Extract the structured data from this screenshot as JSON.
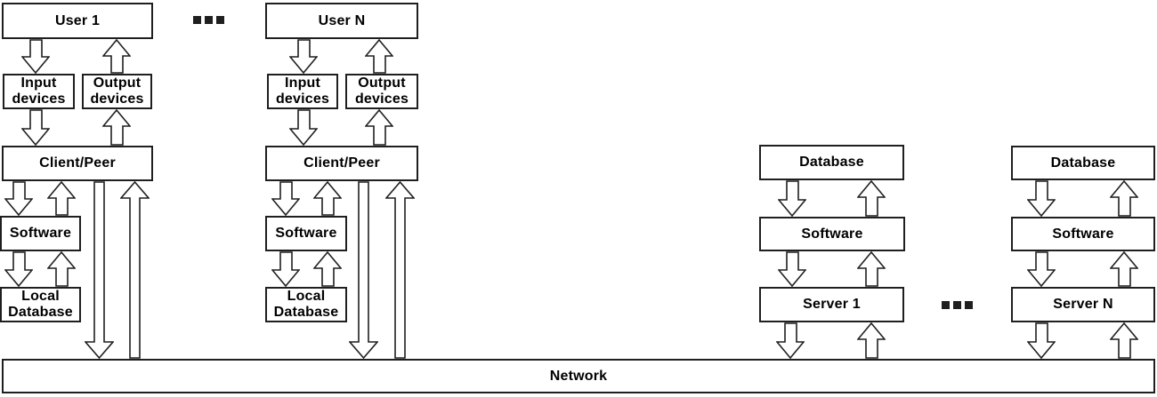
{
  "diagram": {
    "user_columns": [
      {
        "user_label": "User 1",
        "input_label": "Input devices",
        "output_label": "Output devices",
        "client_label": "Client/Peer",
        "software_label": "Software",
        "local_db_label": "Local Database"
      },
      {
        "user_label": "User N",
        "input_label": "Input devices",
        "output_label": "Output devices",
        "client_label": "Client/Peer",
        "software_label": "Software",
        "local_db_label": "Local Database"
      }
    ],
    "users_ellipsis": "...",
    "server_columns": [
      {
        "database_label": "Database",
        "software_label": "Software",
        "server_label": "Server 1"
      },
      {
        "database_label": "Database",
        "software_label": "Software",
        "server_label": "Server N"
      }
    ],
    "servers_ellipsis": "...",
    "network_label": "Network",
    "colors": {
      "line": "#1f1f1f",
      "fill": "#ffffff",
      "text": "#000000",
      "background": "#ffffff"
    },
    "icons": {
      "connection_down": "block-arrow-down-icon",
      "connection_up": "block-arrow-up-icon",
      "more_columns": "ellipsis-icon"
    }
  }
}
